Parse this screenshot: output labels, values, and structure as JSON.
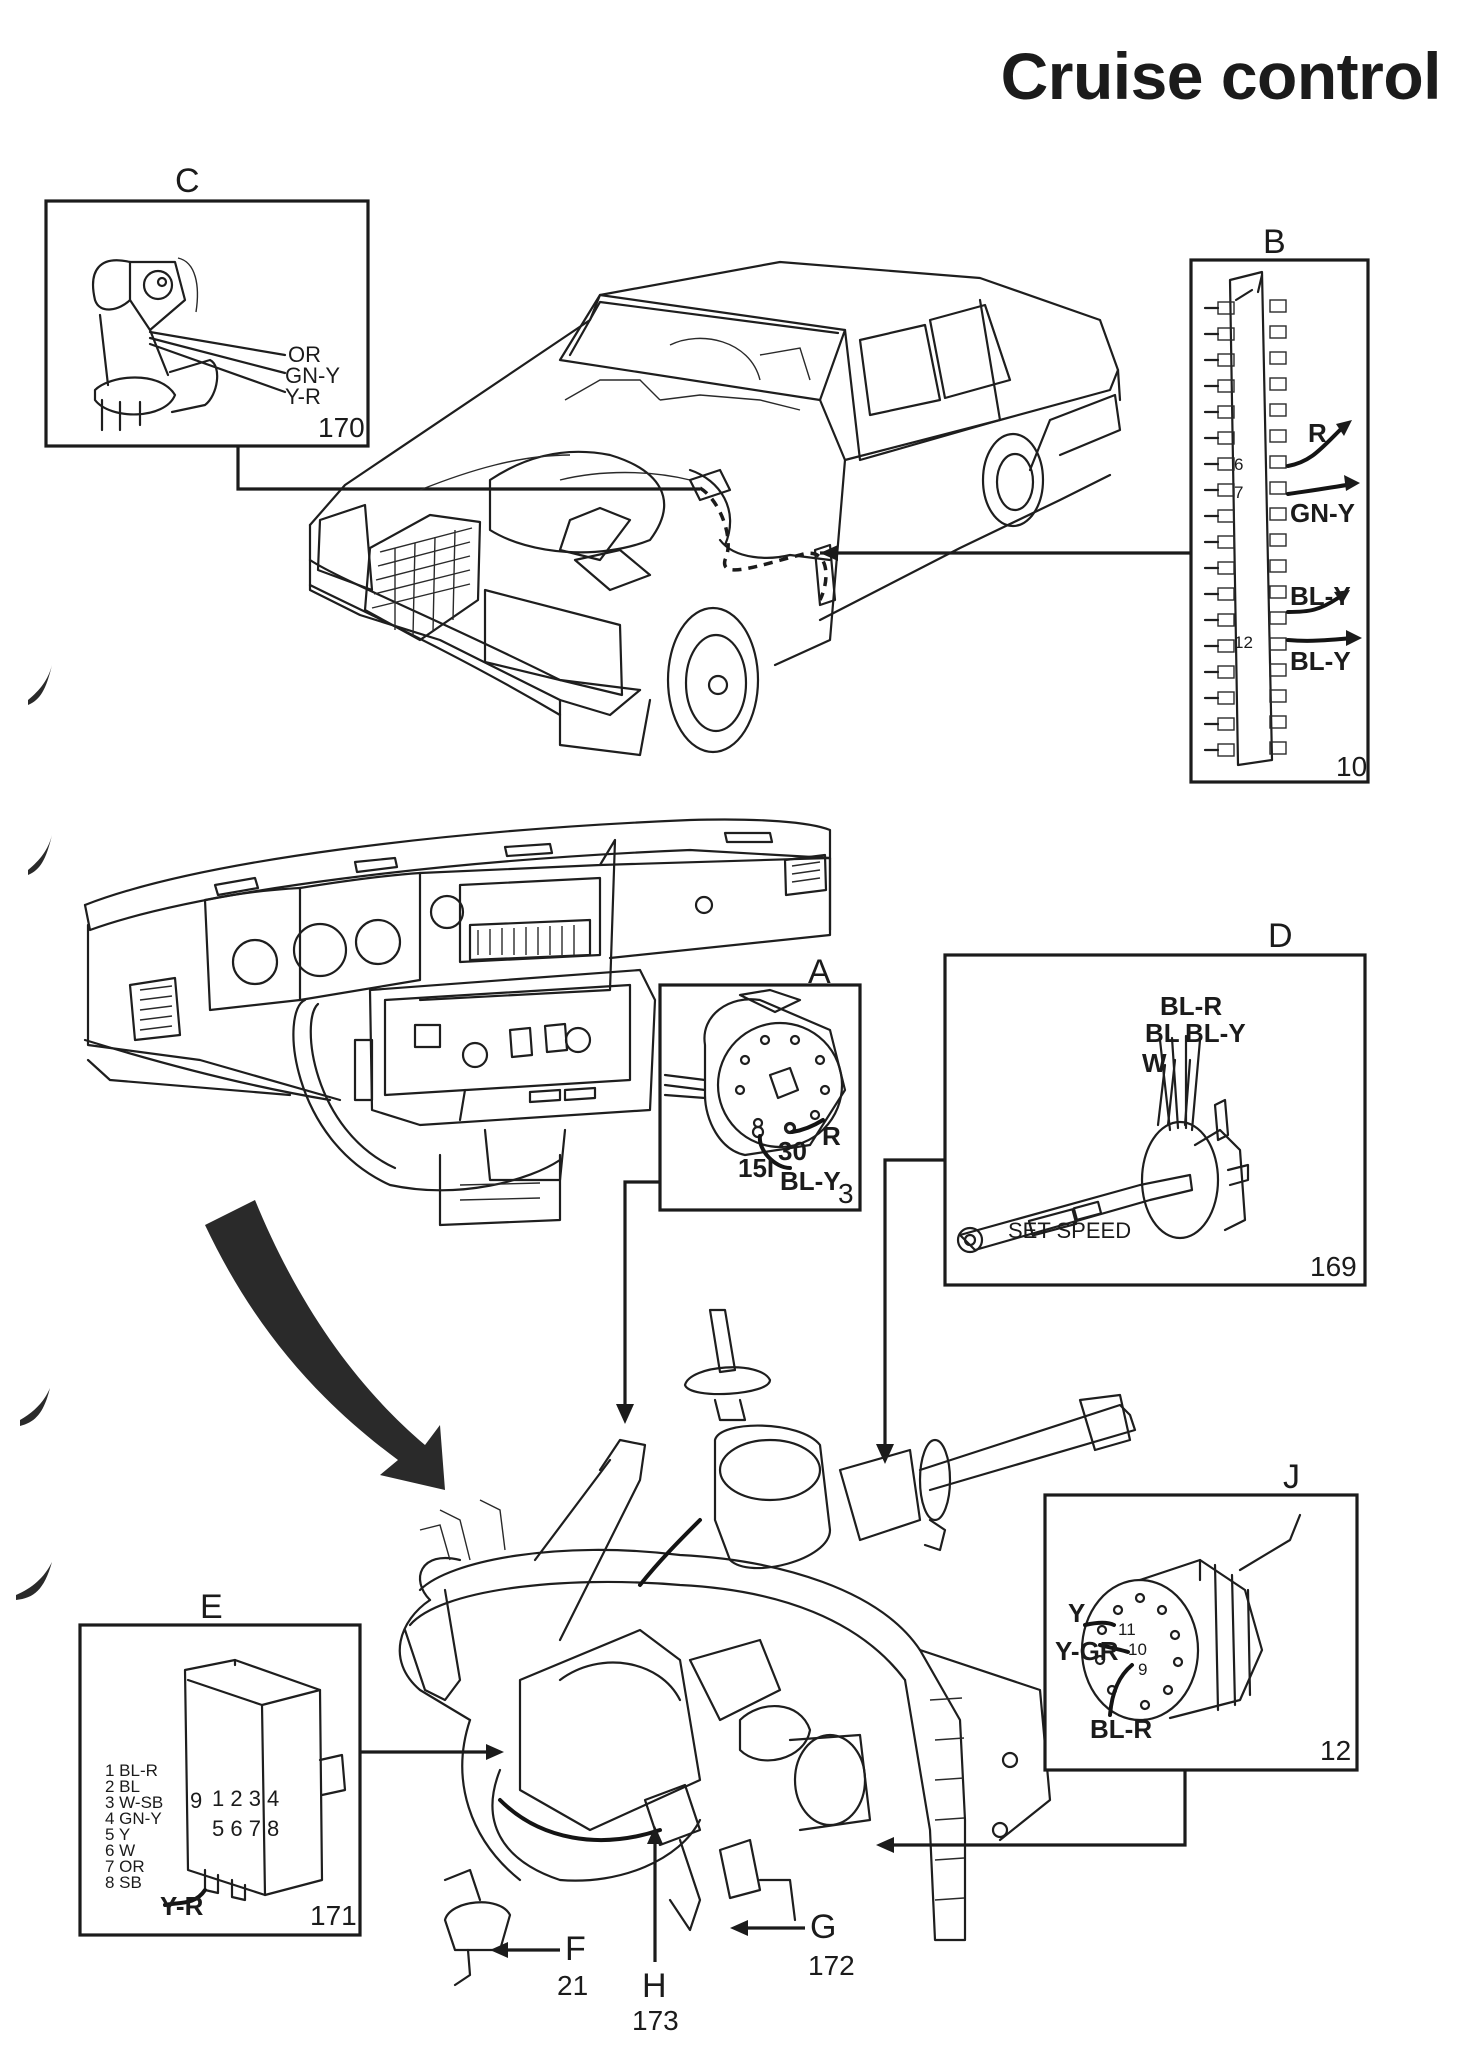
{
  "title": "Cruise control",
  "panels": {
    "C": {
      "letter": "C",
      "number": "170",
      "wires": [
        "OR",
        "GN-Y",
        "Y-R"
      ]
    },
    "B": {
      "letter": "B",
      "number": "10",
      "wires": [
        "R",
        "GN-Y",
        "BL-Y",
        "BL-Y"
      ],
      "pins": [
        "6",
        "7",
        "12"
      ]
    },
    "A": {
      "letter": "A",
      "number": "3",
      "wires": [
        "R",
        "BL-Y"
      ],
      "pins": [
        "15I",
        "30"
      ]
    },
    "D": {
      "letter": "D",
      "number": "169",
      "wires": [
        "BL-R",
        "BL",
        "BL-Y",
        "W"
      ],
      "switch_text": "SET SPEED"
    },
    "E": {
      "letter": "E",
      "number": "171",
      "pin_list": [
        "1  BL-R",
        "2  BL",
        "3  W-SB",
        "4  GN-Y",
        "5  Y",
        "6  W",
        "7  OR",
        "8  SB"
      ],
      "pin_row_top": "1 2 3 4",
      "pin_row_bottom": "5 6 7 8",
      "pin_nine": "9",
      "wire": "Y-R"
    },
    "J": {
      "letter": "J",
      "number": "12",
      "wires": [
        "Y",
        "Y-GR",
        "BL-R"
      ],
      "pins": [
        "11",
        "10",
        "9"
      ]
    }
  },
  "callouts": {
    "F": {
      "letter": "F",
      "number": "21"
    },
    "G": {
      "letter": "G",
      "number": "172"
    },
    "H": {
      "letter": "H",
      "number": "173"
    }
  }
}
